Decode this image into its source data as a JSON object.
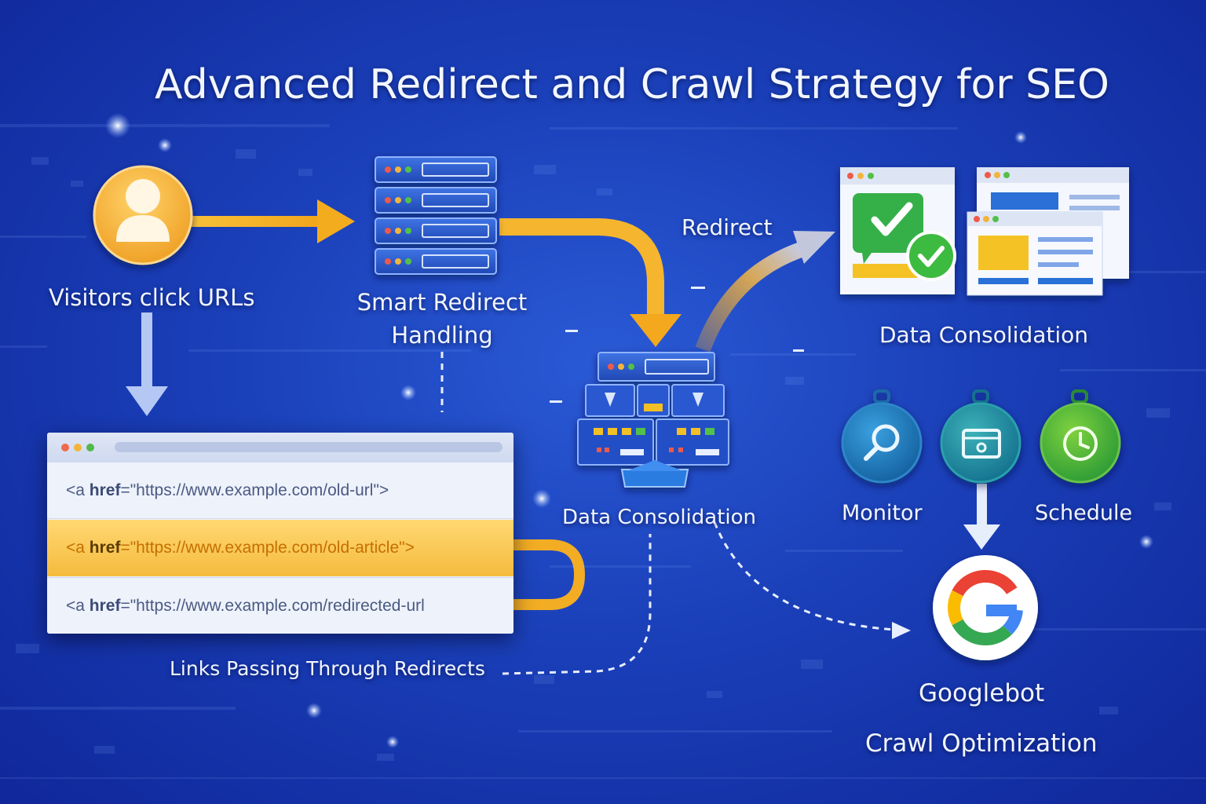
{
  "title": "Advanced Redirect and Crawl Strategy for SEO",
  "nodes": {
    "visitors": "Visitors click URLs",
    "smart_redirect": [
      "Smart Redirect",
      "Handling"
    ],
    "redirect": "Redirect",
    "data_consolidation_top": "Data Consolidation",
    "data_consolidation_center": "Data Consolidation",
    "monitor": "Monitor",
    "schedule": "Schedule",
    "googlebot": "Googlebot",
    "crawl_optimization": "Crawl Optimization",
    "links_passing": "Links Passing Through Redirects"
  },
  "code_window": {
    "lines": [
      {
        "tag": "<a ",
        "attr": "href",
        "value": "=\"https://www.example.com/old-url\">"
      },
      {
        "tag": "<a ",
        "attr": "href",
        "value": "=\"https://www.example.com/old-article\">"
      },
      {
        "tag": "<a ",
        "attr": "href",
        "value": "=\"https://www.example.com/redirected-url"
      }
    ]
  },
  "colors": {
    "background": "#1a3fb8",
    "arrow_orange": "#f5b52e",
    "highlight_row": "#f5bb3d",
    "monitor_icon": "#1f7fc4",
    "schedule_icon": "#44b34a",
    "check_green": "#3bb54a"
  },
  "icons": [
    "user-icon",
    "server-rack-icon",
    "database-cluster-icon",
    "check-badge-icon",
    "browser-pages-icon",
    "search-icon",
    "calendar-icon",
    "clock-icon",
    "google-logo-icon"
  ]
}
